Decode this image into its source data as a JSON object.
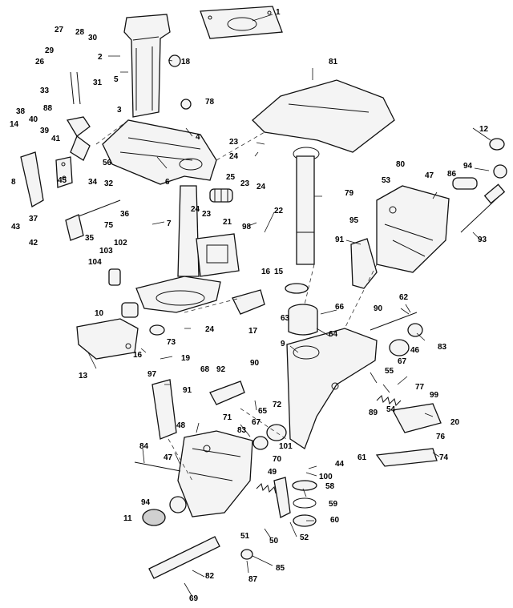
{
  "callouts": {
    "c1": "1",
    "c2": "2",
    "c3": "3",
    "c4": "4",
    "c5": "5",
    "c6": "6",
    "c7": "7",
    "c8": "8",
    "c9": "9",
    "c10": "10",
    "c11": "11",
    "c12": "12",
    "c13": "13",
    "c14": "14",
    "c15": "15",
    "c16a": "16",
    "c16b": "16",
    "c17": "17",
    "c18": "18",
    "c19": "19",
    "c20": "20",
    "c21": "21",
    "c22": "22",
    "c23a": "23",
    "c23b": "23",
    "c23c": "23",
    "c24a": "24",
    "c24b": "24",
    "c24c": "24",
    "c24d": "24",
    "c25": "25",
    "c26": "26",
    "c27": "27",
    "c28": "28",
    "c29": "29",
    "c30": "30",
    "c31": "31",
    "c32": "32",
    "c33": "33",
    "c34": "34",
    "c35": "35",
    "c36": "36",
    "c37": "37",
    "c38": "38",
    "c39": "39",
    "c40": "40",
    "c41": "41",
    "c42": "42",
    "c43": "43",
    "c44": "44",
    "c45": "45",
    "c46": "46",
    "c47a": "47",
    "c47b": "47",
    "c48": "48",
    "c49": "49",
    "c50": "50",
    "c51": "51",
    "c52": "52",
    "c53": "53",
    "c54": "54",
    "c55": "55",
    "c56": "56",
    "c58": "58",
    "c59": "59",
    "c60": "60",
    "c61": "61",
    "c62": "62",
    "c63": "63",
    "c64": "64",
    "c65": "65",
    "c66": "66",
    "c67a": "67",
    "c67b": "67",
    "c68": "68",
    "c69": "69",
    "c70": "70",
    "c71": "71",
    "c72": "72",
    "c73": "73",
    "c74": "74",
    "c75": "75",
    "c76": "76",
    "c77": "77",
    "c78": "78",
    "c79": "79",
    "c80": "80",
    "c81": "81",
    "c82": "82",
    "c83a": "83",
    "c83b": "83",
    "c84": "84",
    "c85": "85",
    "c86": "86",
    "c87": "87",
    "c88": "88",
    "c89": "89",
    "c90a": "90",
    "c90b": "90",
    "c91a": "91",
    "c91b": "91",
    "c92": "92",
    "c93": "93",
    "c94a": "94",
    "c94b": "94",
    "c95": "95",
    "c97": "97",
    "c98": "98",
    "c99": "99",
    "c100": "100",
    "c101": "101",
    "c102": "102",
    "c103": "103",
    "c104": "104"
  }
}
